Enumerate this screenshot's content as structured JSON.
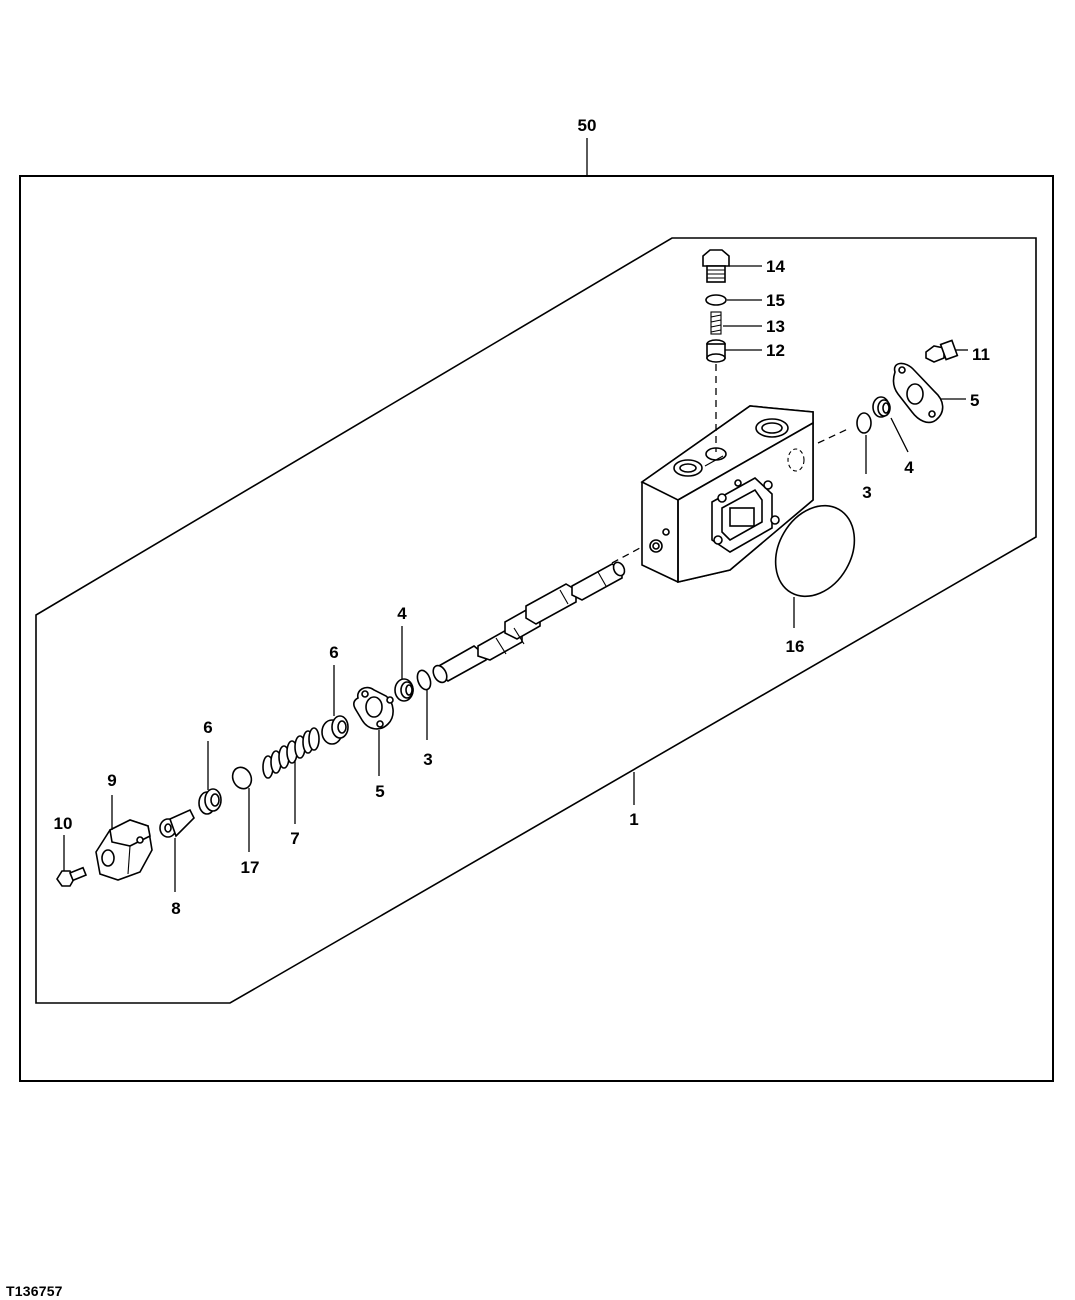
{
  "figure_id": "T136757",
  "assembly_callout": "50",
  "callouts": {
    "c1": "1",
    "c3a": "3",
    "c3b": "3",
    "c4a": "4",
    "c4b": "4",
    "c5a": "5",
    "c5b": "5",
    "c6a": "6",
    "c6b": "6",
    "c7": "7",
    "c8": "8",
    "c9": "9",
    "c10": "10",
    "c11": "11",
    "c12": "12",
    "c13": "13",
    "c14": "14",
    "c15": "15",
    "c16": "16",
    "c17": "17"
  }
}
